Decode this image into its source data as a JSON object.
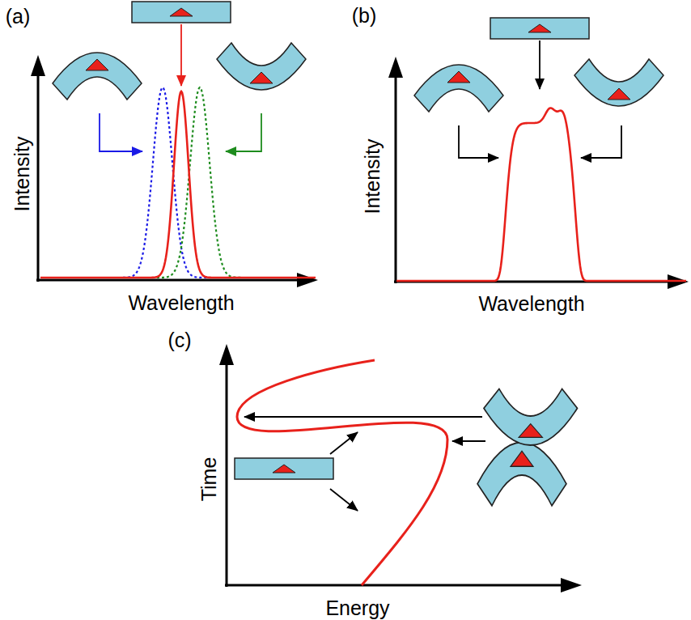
{
  "diagram": {
    "labels": [
      "(a)",
      "(b)",
      "(c)",
      "Intensity",
      "Wavelength",
      "Intensity",
      "Wavelength",
      "Time",
      "Energy"
    ]
  }
}
